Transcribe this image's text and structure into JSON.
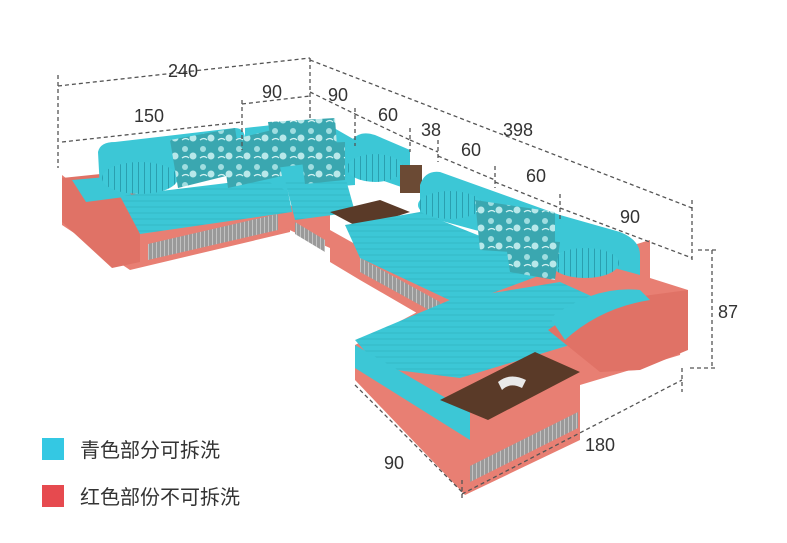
{
  "colors": {
    "teal": "#3cc7d6",
    "teal_dark": "#2aa6b7",
    "red": "#e87f73",
    "red_dark": "#cf6559",
    "dim_line": "#555555",
    "legend_teal": "#34c8e3",
    "legend_red": "#e64a4f",
    "wood": "#5a3a28"
  },
  "dimensions": {
    "d240": "240",
    "d90_top": "90",
    "d150": "150",
    "d90_mid": "90",
    "d60_a": "60",
    "d38": "38",
    "d398": "398",
    "d60_b": "60",
    "d60_c": "60",
    "d90_right": "90",
    "d87": "87",
    "d180": "180",
    "d90_bottom": "90"
  },
  "legend": {
    "washable": "青色部分可拆洗",
    "not_washable": "红色部份不可拆洗"
  }
}
